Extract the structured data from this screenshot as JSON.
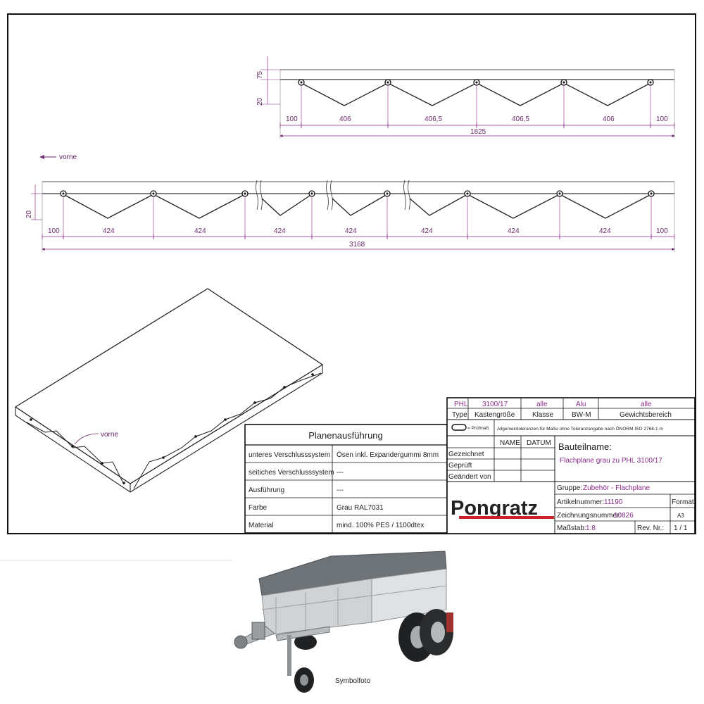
{
  "drawing": {
    "top_view": {
      "dims_vertical": [
        "75",
        "20"
      ],
      "dims_segments": [
        "100",
        "406",
        "406,5",
        "406,5",
        "406",
        "100"
      ],
      "dim_total": "1825"
    },
    "side_view": {
      "front_label": "vorne",
      "dims_vertical": [
        "20"
      ],
      "dims_segments": [
        "100",
        "424",
        "424",
        "424",
        "424",
        "424",
        "424",
        "424",
        "100"
      ],
      "dim_total": "3168"
    },
    "iso_view": {
      "front_label": "vorne"
    }
  },
  "spec_table": {
    "title": "Planenausführung",
    "rows": [
      {
        "label": "unteres Verschlusssystem",
        "value": "Ösen inkl. Expandergummi 8mm"
      },
      {
        "label": "seitiches Verschlusssystem",
        "value": "---"
      },
      {
        "label": "Ausführung",
        "value": "---"
      },
      {
        "label": "Farbe",
        "value": "Grau RAL7031"
      },
      {
        "label": "Material",
        "value": "mind. 100% PES / 1100dtex"
      }
    ]
  },
  "title_block": {
    "row1": [
      "PHL",
      "3100/17",
      "alle",
      "Alu",
      "alle"
    ],
    "row2": [
      "Type",
      "Kastengröße",
      "Klasse",
      "BW-M",
      "Gewichtsbereich"
    ],
    "pruefmass": "= Prüfmaß",
    "tolerance": "Allgemeintoleranzen für Maße ohne Toleranzangabe nach ÖNORM ISO 2768-1 m",
    "col_name": "NAME",
    "col_datum": "DATUM",
    "row_labels": [
      "Gezeichnet",
      "Geprüft",
      "Geändert von"
    ],
    "bauteilname_label": "Bauteilname:",
    "bauteilname": "Flachplane grau zu PHL 3100/17",
    "gruppe_label": "Gruppe:",
    "gruppe": "Zubehör - Flachplane",
    "artikel_label": "Artikelnummer:",
    "artikel": "11190",
    "zeichnung_label": "Zeichnungsnummer:",
    "zeichnung": "10826",
    "massstab_label": "Maßstab:",
    "massstab": "1:8",
    "format_label": "Format",
    "format": "A3",
    "rev_label": "Rev. Nr.:",
    "rev": "1 / 1",
    "logo_text": "Pongratz",
    "logo_color": "#d0202a"
  },
  "photo": {
    "caption": "Symbolfoto"
  }
}
